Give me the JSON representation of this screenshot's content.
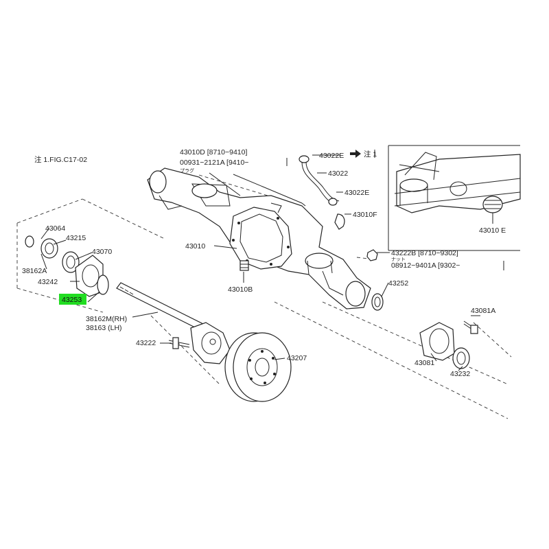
{
  "note": "注 1.FIG.C17-02",
  "labels": {
    "p43010D": "43010D [8710−9410]",
    "p00931": "00931−2121A [9410−",
    "plug": "プラグ",
    "p43022E_top": "43022E",
    "note_ref": "注 1",
    "p43022": "43022",
    "p43022E": "43022E",
    "p43010F": "43010F",
    "p43010E": "43010 E",
    "p43010": "43010",
    "p43010B": "43010B",
    "p43222B": "43222B [8710−9302]",
    "nut": "ナット",
    "p08912": "08912−9401A [9302−",
    "p43252": "43252",
    "p43064": "43064",
    "p43215": "43215",
    "p43070": "43070",
    "p38162A": "38162A",
    "p43242": "43242",
    "p43253": "43253",
    "p38162M": "38162M(RH)",
    "p38163": "38163  (LH)",
    "p43222": "43222",
    "p43207": "43207",
    "p43081A": "43081A",
    "p43081": "43081",
    "p43232": "43232"
  },
  "highlight_color": "#22dd22"
}
